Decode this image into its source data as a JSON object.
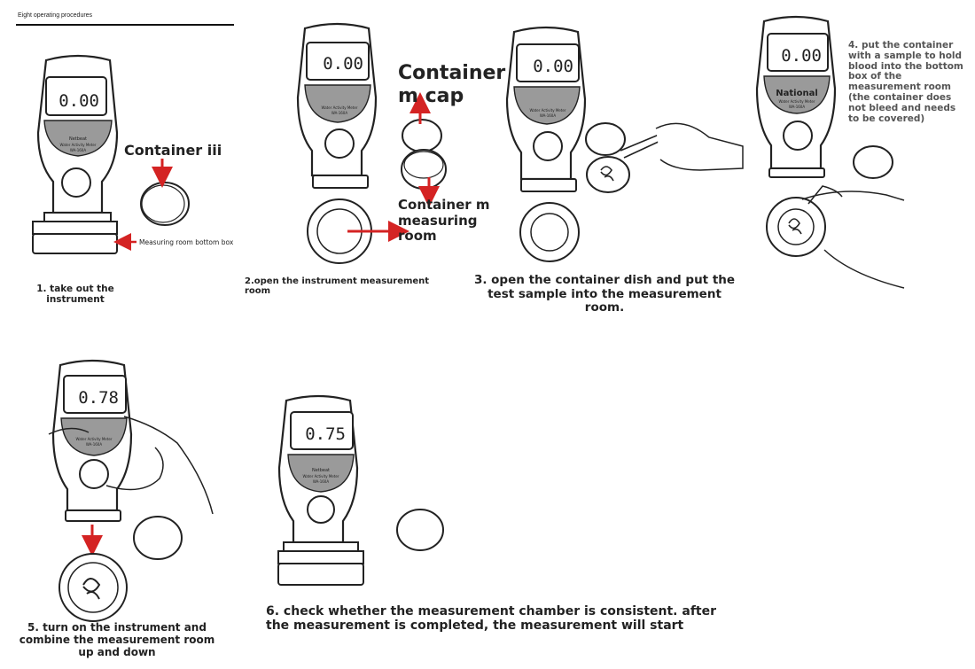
{
  "header": {
    "title": "Eight operating procedures"
  },
  "devices": [
    {
      "reading": "0.00",
      "brand": "Netbeat",
      "model_line": "Water Activity Meter",
      "code": "WA-160A"
    },
    {
      "reading": "0.00",
      "brand": "",
      "model_line": "Water Activity Meter",
      "code": "WA-160A"
    },
    {
      "reading": "0.00",
      "brand": "",
      "model_line": "Water Activity Meter",
      "code": "WA-160A"
    },
    {
      "reading": "0.00",
      "brand": "National",
      "model_line": "Water Activity Meter",
      "code": "WA-160A"
    },
    {
      "reading": "0.78",
      "brand": "",
      "model_line": "Water Activity Meter",
      "code": "WA-160A"
    },
    {
      "reading": "0.75",
      "brand": "Netbeat",
      "model_line": "Water Activity Meter",
      "code": "WA-160A"
    }
  ],
  "labels": {
    "container_iii": "Container iii",
    "bottom_box": "Measuring room bottom box",
    "container_cap": "Container m cap",
    "container_room": "Container m measuring room"
  },
  "steps": {
    "s1": "1. take out the instrument",
    "s2": "2.open the instrument measurement room",
    "s3": "3. open the container dish and put the test sample into the measurement room.",
    "s4": "4. put the container with a sample to hold blood into the bottom box of the measurement room (the container does not bleed and needs to be covered)",
    "s5": "5. turn on the instrument and combine the measurement room up and down",
    "s6": "6. check whether the measurement chamber is consistent. after the measurement is completed, the measurement will start"
  },
  "colors": {
    "arrow": "#d42323",
    "ink": "#222222",
    "panel": "#9a9a9a"
  }
}
